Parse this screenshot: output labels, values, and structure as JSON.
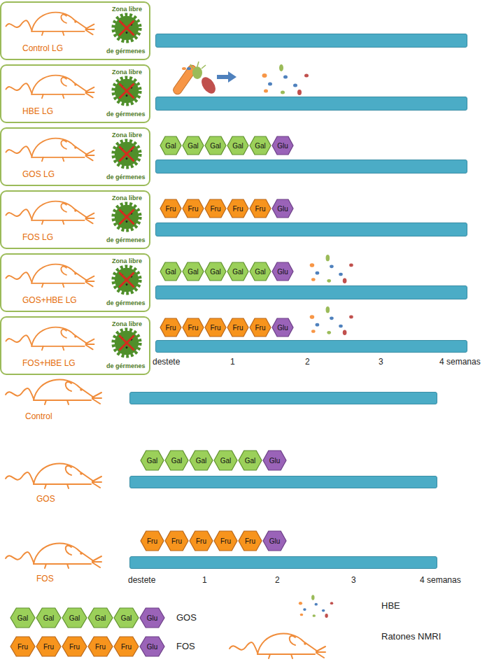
{
  "diagram": {
    "nodes": [
      {
        "text": [
          "Control LG",
          "Zona libre",
          "de gérmenes"
        ]
      },
      {
        "text": [
          "HBE LG",
          "Zona libre",
          "de gérmenes"
        ]
      },
      {
        "text": [
          "GOS LG",
          "Zona libre",
          "de gérmenes"
        ]
      },
      {
        "text": [
          "Gal"
        ]
      },
      {
        "text": [
          "Gal"
        ]
      },
      {
        "text": [
          "Gal"
        ]
      },
      {
        "text": [
          "Gal"
        ]
      },
      {
        "text": [
          "Gal"
        ]
      },
      {
        "text": [
          "Glu"
        ]
      },
      {
        "text": [
          "FOS LG",
          "Zona libre",
          "de gérmenes"
        ]
      },
      {
        "text": [
          "Fru"
        ]
      },
      {
        "text": [
          "Fru"
        ]
      },
      {
        "text": [
          "Fru"
        ]
      },
      {
        "text": [
          "Fru"
        ]
      },
      {
        "text": [
          "Fru"
        ]
      },
      {
        "text": [
          "Glu"
        ]
      },
      {
        "text": [
          "GOS+HBE LG",
          "Zona libre",
          "de gérmenes"
        ]
      },
      {
        "text": [
          "Gal"
        ]
      },
      {
        "text": [
          "Gal"
        ]
      },
      {
        "text": [
          "Gal"
        ]
      },
      {
        "text": [
          "Gal"
        ]
      },
      {
        "text": [
          "Gal"
        ]
      },
      {
        "text": [
          "Glu"
        ]
      },
      {
        "text": [
          "FOS+HBE LG",
          "Zona libre",
          "de gérmenes"
        ]
      },
      {
        "text": [
          "Fru"
        ]
      },
      {
        "text": [
          "Fru"
        ]
      },
      {
        "text": [
          "Fru"
        ]
      },
      {
        "text": [
          "Fru"
        ]
      },
      {
        "text": [
          "Fru"
        ]
      },
      {
        "text": [
          "Glu"
        ]
      },
      {
        "text": [
          "Gal"
        ]
      },
      {
        "text": [
          "Gal"
        ]
      },
      {
        "text": [
          "Gal"
        ]
      },
      {
        "text": [
          "Gal"
        ]
      },
      {
        "text": [
          "Gal"
        ]
      },
      {
        "text": [
          "Glu"
        ]
      },
      {
        "text": [
          "Fru"
        ]
      },
      {
        "text": [
          "Fru"
        ]
      },
      {
        "text": [
          "Fru"
        ]
      },
      {
        "text": [
          "Fru"
        ]
      },
      {
        "text": [
          "Fru"
        ]
      },
      {
        "text": [
          "Glu"
        ]
      },
      {
        "text": [
          "Gal"
        ]
      },
      {
        "text": [
          "Gal"
        ]
      },
      {
        "text": [
          "Gal"
        ]
      },
      {
        "text": [
          "Gal"
        ]
      },
      {
        "text": [
          "Gal"
        ]
      },
      {
        "text": [
          "Glu"
        ]
      },
      {
        "text": [
          "Fru"
        ]
      },
      {
        "text": [
          "Fru"
        ]
      },
      {
        "text": [
          "Fru"
        ]
      },
      {
        "text": [
          "Fru"
        ]
      },
      {
        "text": [
          "Fru"
        ]
      },
      {
        "text": [
          "Glu"
        ]
      }
    ],
    "labels": [
      "destete",
      "1",
      "2",
      "3",
      "4 semanas",
      "Control",
      "GOS",
      "FOS",
      "destete",
      "1",
      "2",
      "3",
      "4 semanas"
    ],
    "legend": [
      {
        "text": "GOS"
      },
      {
        "text": "FOS"
      },
      {
        "text": "HBE"
      },
      {
        "text": "Ratones NMRI"
      }
    ]
  }
}
